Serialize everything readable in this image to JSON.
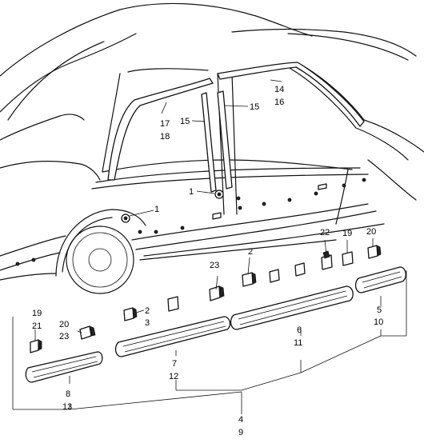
{
  "callouts": [
    {
      "id": "c-1a",
      "text": "1"
    },
    {
      "id": "c-1b",
      "text": "1"
    },
    {
      "id": "c-2a",
      "text": "2"
    },
    {
      "id": "c-2b",
      "text": "2"
    },
    {
      "id": "c-3",
      "text": "3"
    },
    {
      "id": "c-4",
      "text": "4"
    },
    {
      "id": "c-9",
      "text": "9"
    },
    {
      "id": "c-5",
      "text": "5"
    },
    {
      "id": "c-10",
      "text": "10"
    },
    {
      "id": "c-6",
      "text": "6"
    },
    {
      "id": "c-11",
      "text": "11"
    },
    {
      "id": "c-7",
      "text": "7"
    },
    {
      "id": "c-12",
      "text": "12"
    },
    {
      "id": "c-8",
      "text": "8"
    },
    {
      "id": "c-13",
      "text": "13"
    },
    {
      "id": "c-14",
      "text": "14"
    },
    {
      "id": "c-16",
      "text": "16"
    },
    {
      "id": "c-15a",
      "text": "15"
    },
    {
      "id": "c-15b",
      "text": "15"
    },
    {
      "id": "c-17",
      "text": "17"
    },
    {
      "id": "c-18",
      "text": "18"
    },
    {
      "id": "c-19a",
      "text": "19"
    },
    {
      "id": "c-19b",
      "text": "19"
    },
    {
      "id": "c-20a",
      "text": "20"
    },
    {
      "id": "c-20b",
      "text": "20"
    },
    {
      "id": "c-21",
      "text": "21"
    },
    {
      "id": "c-22",
      "text": "22"
    },
    {
      "id": "c-23a",
      "text": "23"
    },
    {
      "id": "c-23b",
      "text": "23"
    }
  ]
}
